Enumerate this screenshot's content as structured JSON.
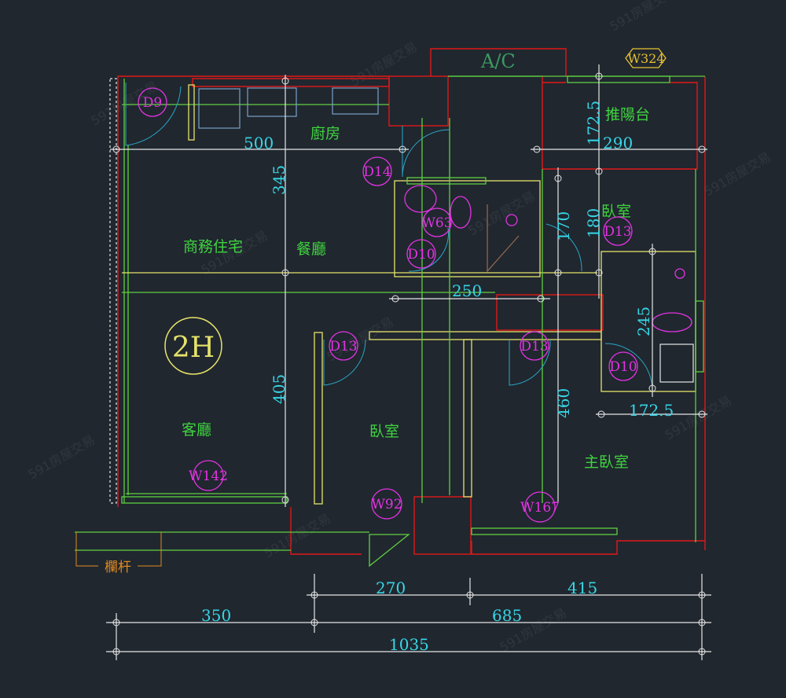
{
  "watermark": "591房屋交易",
  "rooms": {
    "kitchen": "廚房",
    "business": "商務住宅",
    "dining": "餐廳",
    "balcony": "推陽台",
    "bedroom_ne": "臥室",
    "living": "客廳",
    "bedroom_mid": "臥室",
    "master": "主臥室",
    "railing": "欄杆",
    "ac": "A/C",
    "unit": "2H"
  },
  "tags": {
    "d9": "D9",
    "d14": "D14",
    "w63": "W63",
    "d10a": "D10",
    "d13a": "D13",
    "d13b": "D13",
    "d13c": "D13",
    "d10b": "D10",
    "w142": "W142",
    "w92": "W92",
    "w167": "W167",
    "w324": "W324"
  },
  "dimensions": {
    "kitchen_w": "500",
    "dining_h": "345",
    "balcony_h": "172.5",
    "balcony_w": "290",
    "hall_h": "170",
    "bed_h": "180",
    "bath_w": "250",
    "bath2_h": "245",
    "living_h": "405",
    "master_h": "460",
    "bath2_w": "172.5",
    "bottom_a": "270",
    "bottom_b": "415",
    "total_a": "350",
    "total_b": "685",
    "total": "1035"
  },
  "colors": {
    "background": "#20272f",
    "room_text": "#3fd33f",
    "dim_text": "#36d6e6",
    "tag": "#e233e2",
    "wall": "#e01818"
  }
}
